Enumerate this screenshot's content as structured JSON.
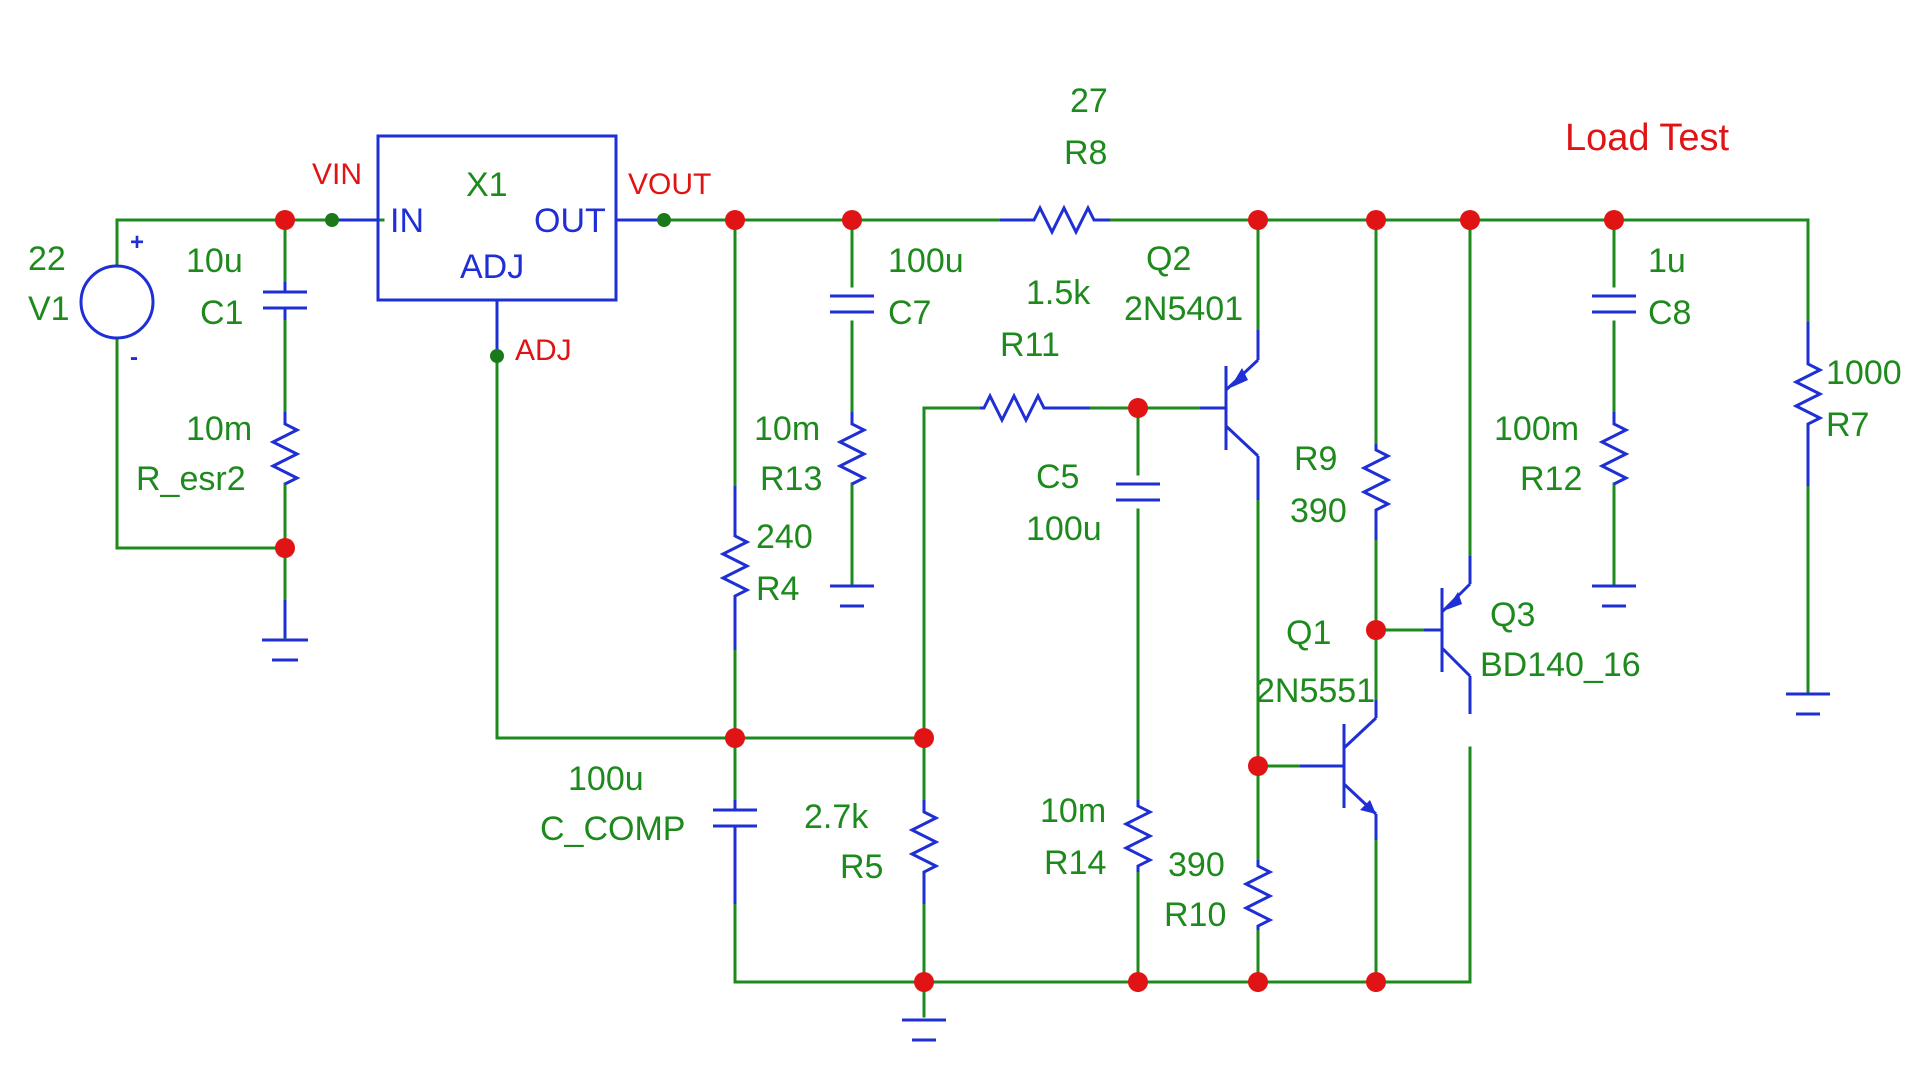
{
  "colors": {
    "wire": "#1e8a1e",
    "component": "#1f2fd6",
    "node": "#e01414",
    "net_label": "#e01414",
    "background": "#ffffff"
  },
  "title": "Load Test",
  "nets": {
    "vin": "VIN",
    "vout": "VOUT",
    "adj": "ADJ"
  },
  "regulator": {
    "ref": "X1",
    "pin_in": "IN",
    "pin_out": "OUT",
    "pin_adj": "ADJ"
  },
  "source": {
    "ref": "V1",
    "value": "22",
    "plus": "+",
    "minus": "-"
  },
  "components": {
    "C1": {
      "ref": "C1",
      "value": "10u"
    },
    "R_esr2": {
      "ref": "R_esr2",
      "value": "10m"
    },
    "C7": {
      "ref": "C7",
      "value": "100u"
    },
    "R13": {
      "ref": "R13",
      "value": "10m"
    },
    "R4": {
      "ref": "R4",
      "value": "240"
    },
    "C_COMP": {
      "ref": "C_COMP",
      "value": "100u"
    },
    "R5": {
      "ref": "R5",
      "value": "2.7k"
    },
    "R8": {
      "ref": "R8",
      "value": "27"
    },
    "R11": {
      "ref": "R11",
      "value": "1.5k"
    },
    "C5": {
      "ref": "C5",
      "value": "100u"
    },
    "R14": {
      "ref": "R14",
      "value": "10m"
    },
    "Q2": {
      "ref": "Q2",
      "model": "2N5401"
    },
    "R9": {
      "ref": "R9",
      "value": "390"
    },
    "R10": {
      "ref": "R10",
      "value": "390"
    },
    "Q1": {
      "ref": "Q1",
      "model": "2N5551"
    },
    "Q3": {
      "ref": "Q3",
      "model": "BD140_16"
    },
    "C8": {
      "ref": "C8",
      "value": "1u"
    },
    "R12": {
      "ref": "R12",
      "value": "100m"
    },
    "R7": {
      "ref": "R7",
      "value": "1000"
    }
  }
}
